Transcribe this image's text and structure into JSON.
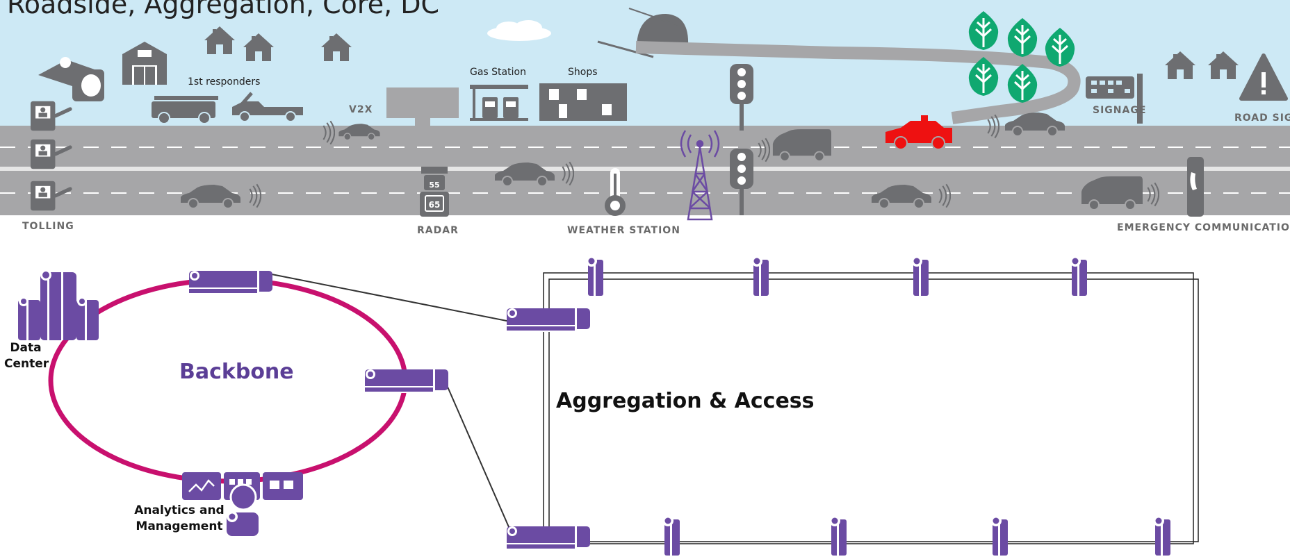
{
  "title": "Roadside, Aggregation, Core, DC",
  "roadside_labels": {
    "tolling": "TOLLING",
    "radar": "RADAR",
    "weather_station": "WEATHER STATION",
    "emergency_communications": "EMERGENCY COMMUNICATIONS",
    "signage": "SIGNAGE",
    "road_sign": "ROAD SIGN",
    "v2x": "V2X",
    "first_responders": "1st responders",
    "gas_station": "Gas Station",
    "shops": "Shops",
    "speed_limit_top": "55",
    "speed_limit_bottom": "65"
  },
  "network_labels": {
    "data_center": "Data Center",
    "backbone": "Backbone",
    "analytics": "Analytics and Management",
    "aggregation": "Aggregation & Access"
  },
  "colors": {
    "sky": "#cde9f5",
    "road": "#a6a6a8",
    "icon_gray": "#6d6e71",
    "purple": "#6b4ba3",
    "backbone_ring": "#c8106e",
    "tree_green": "#0fa870",
    "alert_car": "#ee1111"
  },
  "icons": [
    "toll-booth-icon",
    "camera-icon",
    "barn-icon",
    "house-icon",
    "fire-truck-icon",
    "tow-truck-icon",
    "car-icon",
    "billboard-icon",
    "gas-station-icon",
    "shops-icon",
    "tunnel-icon",
    "traffic-light-icon",
    "cell-tower-icon",
    "van-icon",
    "tree-icon",
    "signage-icon",
    "warning-sign-icon",
    "radar-icon",
    "thermometer-icon",
    "emergency-phone-icon",
    "router-icon",
    "server-icon",
    "analytics-icon"
  ]
}
